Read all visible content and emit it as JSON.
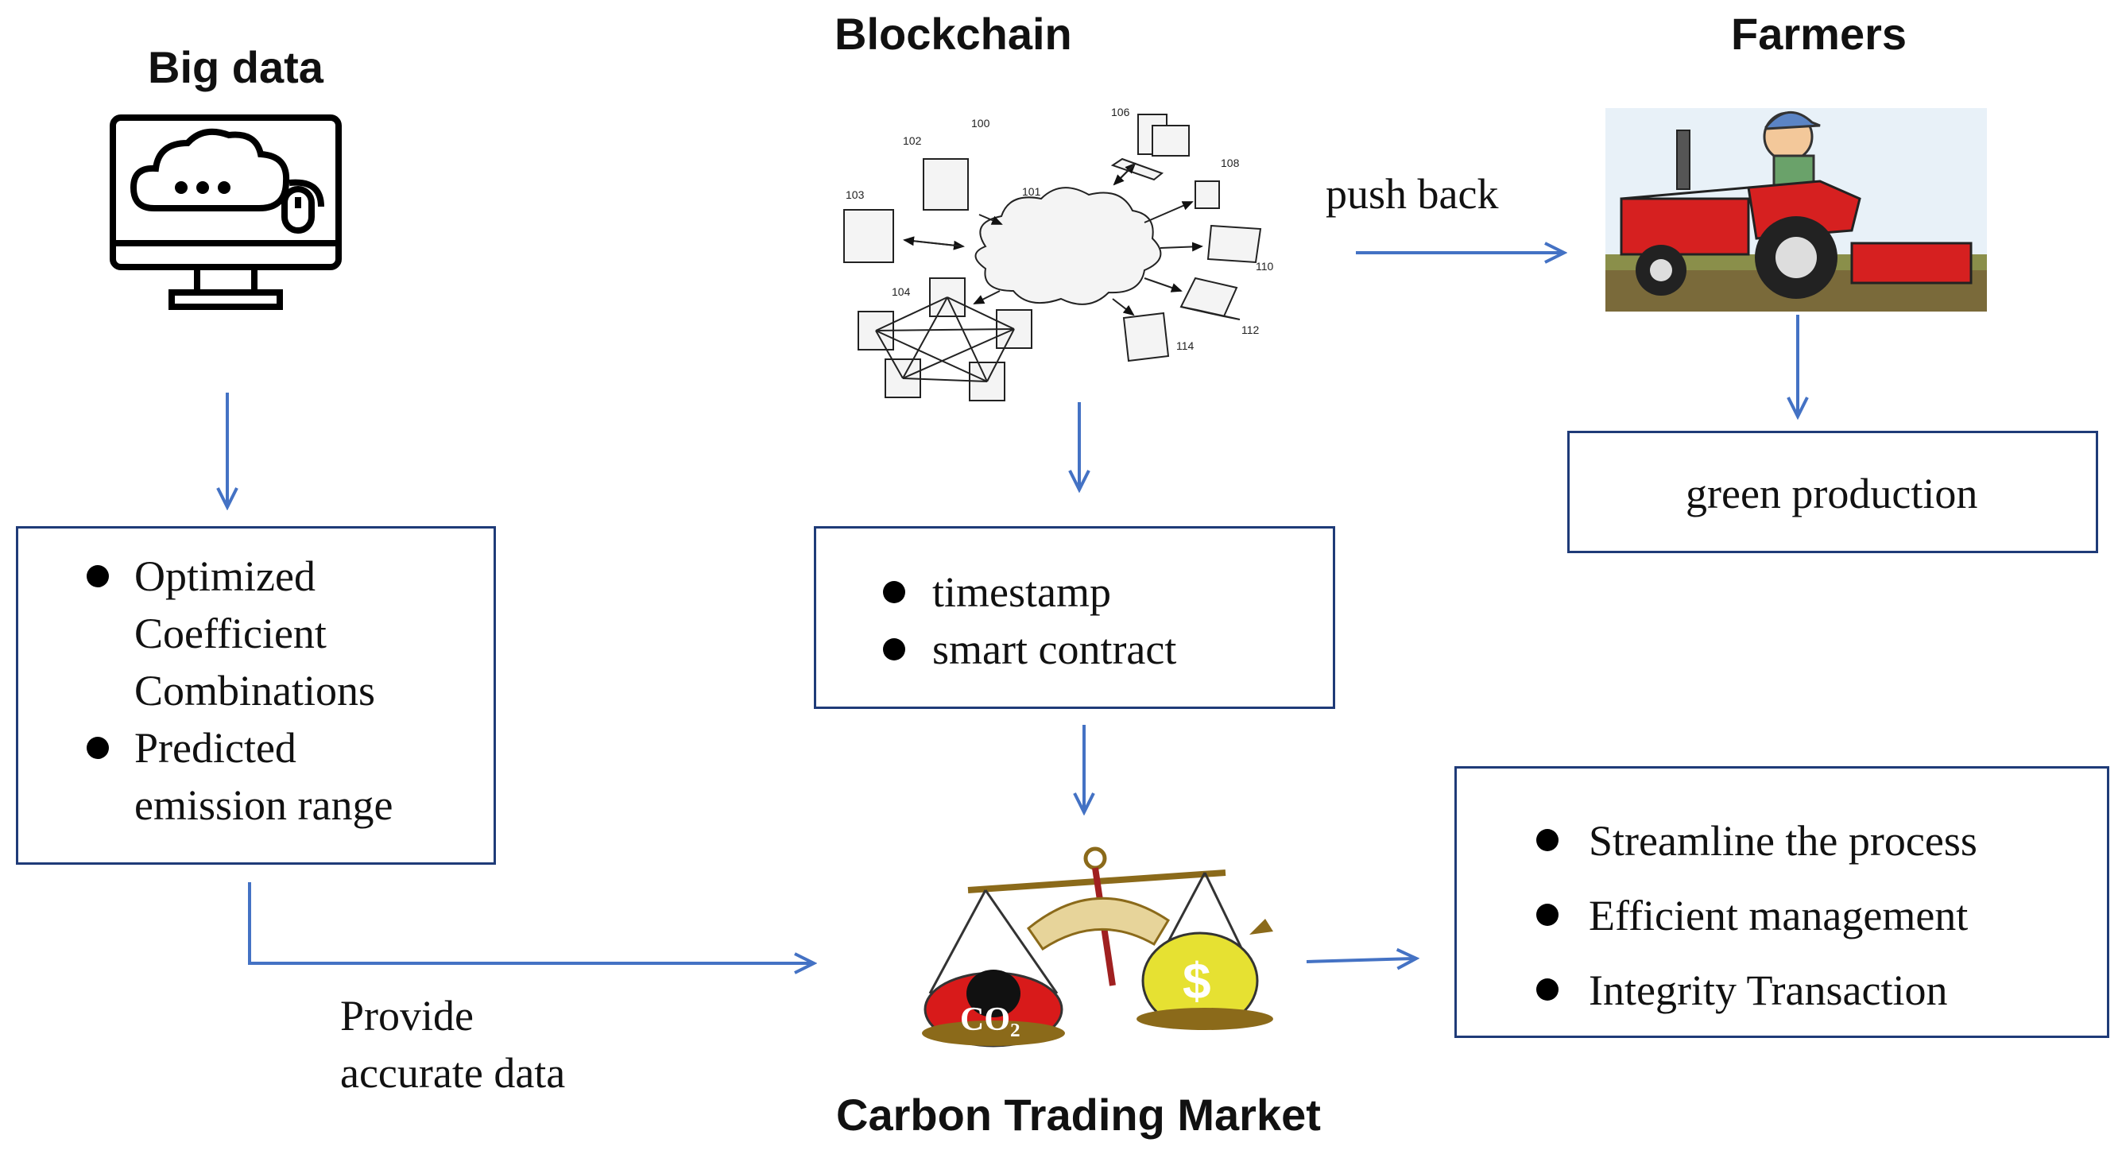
{
  "headings": {
    "big_data": "Big data",
    "blockchain": "Blockchain",
    "farmers": "Farmers",
    "market": "Carbon Trading Market"
  },
  "big_data_box": {
    "items": [
      "Optimized\nCoefficient\nCombinations",
      "Predicted\nemission range"
    ]
  },
  "blockchain_box": {
    "items": [
      "timestamp",
      "smart contract"
    ]
  },
  "farmers_box": {
    "text": "green production"
  },
  "market_box": {
    "items": [
      "Streamline the process",
      "Efficient management",
      "Integrity Transaction"
    ]
  },
  "labels": {
    "push_back": "push back",
    "provide_1": "Provide",
    "provide_2": "accurate data"
  },
  "network_labels": [
    "100",
    "101",
    "102",
    "103",
    "104",
    "106",
    "108",
    "110",
    "112",
    "114"
  ],
  "co2_label": "CO₂",
  "coin_label": "$",
  "colors": {
    "arrow": "#4472c4",
    "box_border": "#1f3b78",
    "tractor": "#d62020"
  }
}
